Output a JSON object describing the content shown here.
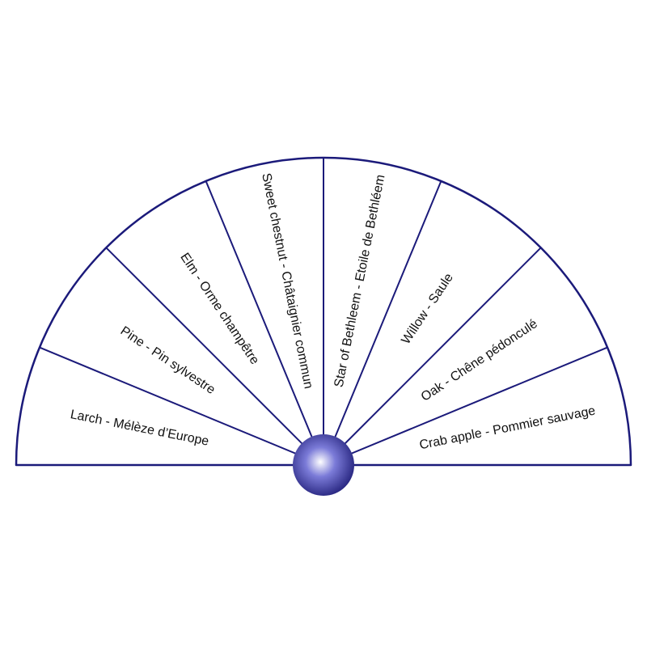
{
  "colors": {
    "line": "#1b1a7a",
    "hub_light": "#ffffff",
    "hub_mid": "#7b7bd8",
    "hub_dark": "#22207a",
    "background": "#ffffff"
  },
  "segments": [
    {
      "label": "Larch - Mélèze d’Europe"
    },
    {
      "label": "Pine - Pin sylvestre"
    },
    {
      "label": "Elm - Orme champêtre"
    },
    {
      "label": "Sweet chestnut - Châtaignier commun"
    },
    {
      "label": "Star of Bethleem - Etoile de Bethléem"
    },
    {
      "label": "Willow - Saule"
    },
    {
      "label": "Oak - Chêne pédonculé"
    },
    {
      "label": "Crab apple - Pommier sauvage"
    }
  ]
}
